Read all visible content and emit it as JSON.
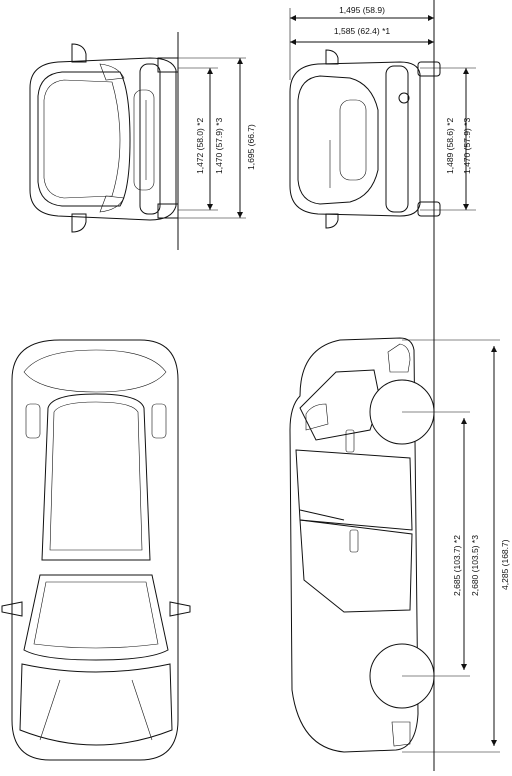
{
  "dimensions": {
    "top_width_1": "1,495 (58.9)",
    "top_width_2": "1,585 (62.4) *1",
    "front_height_2": "1,472 (58.0) *2",
    "front_height_3": "1,470 (57.9) *3",
    "front_width": "1,695 (66.7)",
    "rear_height_2": "1,489 (58.6) *2",
    "rear_height_3": "1,470 (57.9) *3",
    "wheelbase_2": "2,685 (103.7) *2",
    "wheelbase_3": "2,680 (103.5) *3",
    "overall_length": "4,285 (168.7)"
  }
}
